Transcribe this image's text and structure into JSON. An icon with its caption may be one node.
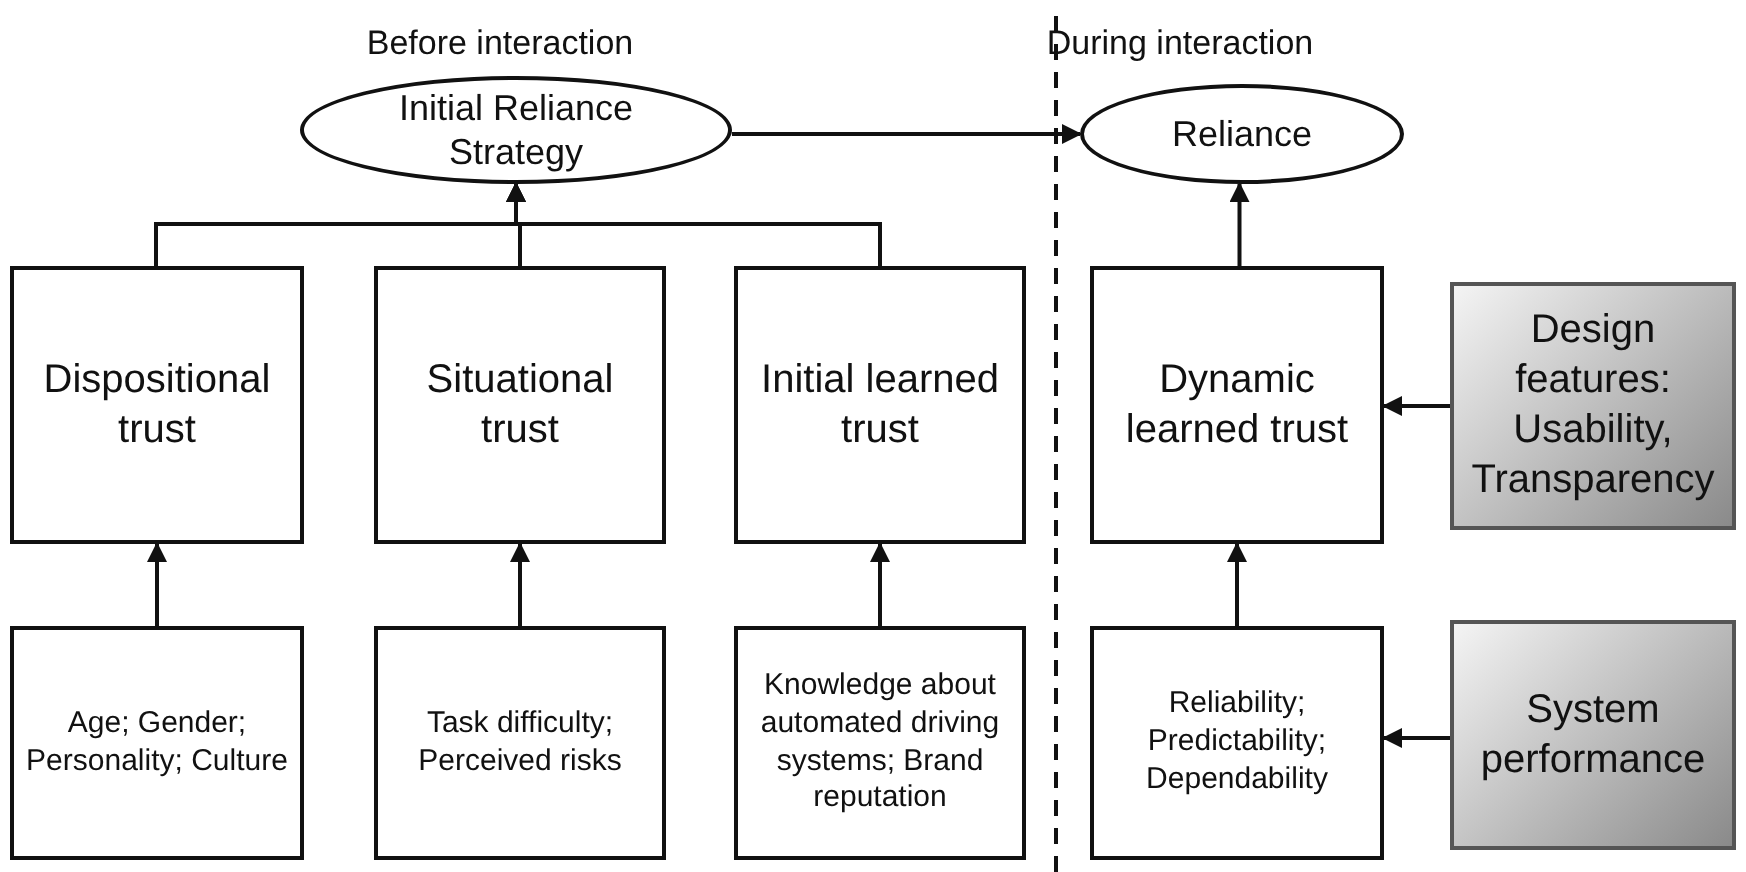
{
  "diagram": {
    "nodes": [
      {
        "text": [
          "Initial Reliance Strategy"
        ]
      },
      {
        "text": [
          "Reliance"
        ]
      },
      {
        "text": [
          "Dispositional trust"
        ]
      },
      {
        "text": [
          "Situational trust"
        ]
      },
      {
        "text": [
          "Initial learned trust"
        ]
      },
      {
        "text": [
          "Dynamic learned trust"
        ]
      },
      {
        "text": [
          "Design features: Usability, Transparency"
        ]
      },
      {
        "text": [
          "Age; Gender; Personality; Culture"
        ]
      },
      {
        "text": [
          "Task difficulty; Perceived risks"
        ]
      },
      {
        "text": [
          "Knowledge about automated driving systems; Brand reputation"
        ]
      },
      {
        "text": [
          "Reliability; Predictability; Dependability"
        ]
      },
      {
        "text": [
          "System performance"
        ]
      }
    ],
    "edges": [
      {
        "from": 2,
        "to": 0,
        "arrow": "to"
      },
      {
        "from": 3,
        "to": 0,
        "arrow": "to"
      },
      {
        "from": 4,
        "to": 0,
        "arrow": "to"
      },
      {
        "from": 0,
        "to": 1,
        "arrow": "to"
      },
      {
        "from": 5,
        "to": 1,
        "arrow": "to"
      },
      {
        "from": 6,
        "to": 5,
        "arrow": "to"
      },
      {
        "from": 7,
        "to": 2,
        "arrow": "to"
      },
      {
        "from": 8,
        "to": 3,
        "arrow": "to"
      },
      {
        "from": 9,
        "to": 4,
        "arrow": "to"
      },
      {
        "from": 10,
        "to": 5,
        "arrow": "to"
      },
      {
        "from": 11,
        "to": 10,
        "arrow": "to"
      }
    ],
    "labels": [
      "Before interaction",
      "During interaction"
    ]
  }
}
